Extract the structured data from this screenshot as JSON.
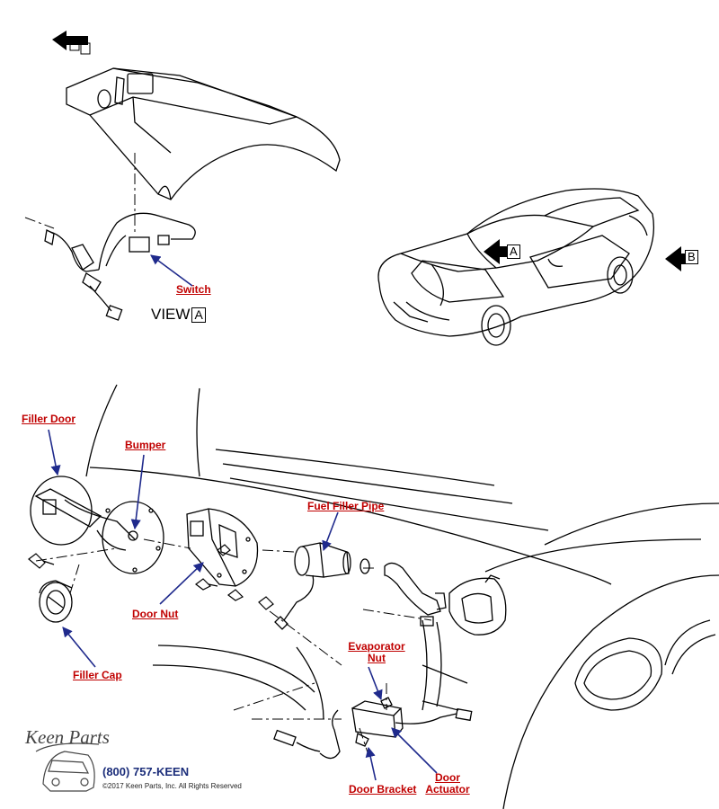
{
  "callouts": {
    "switch": "Switch",
    "filler_door": "Filler Door",
    "bumper": "Bumper",
    "fuel_filler_pipe": "Fuel Filler Pipe",
    "door_nut": "Door Nut",
    "evaporator_nut": "Evaporator Nut",
    "filler_cap": "Filler Cap",
    "door_bracket": "Door Bracket",
    "door_actuator": "Door Actuator"
  },
  "view_label": {
    "word": "VIEW",
    "letter": "A"
  },
  "view_arrows": {
    "a": "A",
    "b": "B"
  },
  "brand": {
    "logo_text": "Keen Parts",
    "phone": "(800) 757-KEEN",
    "copyright": "©2017 Keen Parts, Inc. All Rights Reserved"
  },
  "colors": {
    "callout": "#c00000",
    "leader": "#1f2a8c",
    "line": "#000000"
  }
}
